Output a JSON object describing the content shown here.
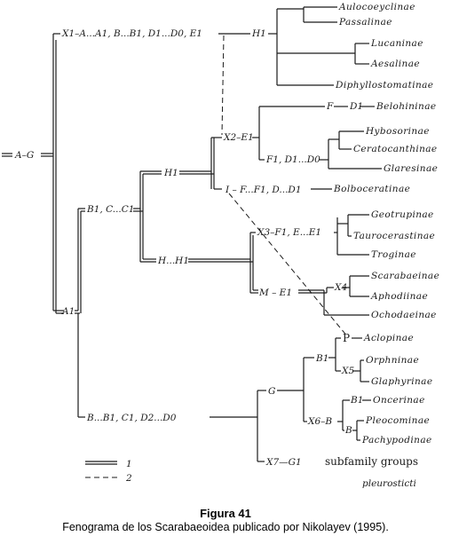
{
  "figure": {
    "title": "Figura 41",
    "caption": "Fenograma de los Scarabaeoidea publicado por Nikolayev (1995)."
  },
  "nodes": {
    "root": "A–G",
    "n_top": "X1–A...A1, B...B1, D1...D0, E1",
    "n_h1_top": "H1",
    "n_a1": "A1",
    "n_b1c1": "B1, C...C1",
    "n_h1_mid": "H1",
    "n_x2": "X2–E1",
    "n_f": "F",
    "n_d1": "D1",
    "n_f1d1d0": "F1, D1...D0",
    "n_i": "I – F...F1, D...D1",
    "n_h_h1": "H...H1",
    "n_x3": "X3–F1, E...E1",
    "n_m_e1": "M – E1",
    "n_x4": "X4",
    "n_p": "P",
    "n_b1_low": "B1",
    "n_x5": "X5",
    "n_g": "G",
    "n_bottom": "B...B1, C1, D2...D0",
    "n_x6": "X6–B",
    "n_b1_pl": "B1",
    "n_b_small": "B",
    "n_x7": "X7—G1",
    "subfamily_groups": "subfamily groups",
    "pleurosticti": "pleurosticti"
  },
  "taxa": [
    "Aulocoeyclinae",
    "Passalinae",
    "Lucaninae",
    "Aesalinae",
    "Diphyllostomatinae",
    "Belohininae",
    "Hybosorinae",
    "Ceratocanthinae",
    "Glaresinae",
    "Bolboceratinae",
    "Geotrupinae",
    "Taurocerastinae",
    "Troginae",
    "Scarabaeinae",
    "Aphodiinae",
    "Ochodaeinae",
    "Aclopinae",
    "Orphninae",
    "Glaphyrinae",
    "Oncerinae",
    "Pleocominae",
    "Pachypodinae"
  ],
  "legend": [
    {
      "symbol": "double-line",
      "label": "1"
    },
    {
      "symbol": "dashed-line",
      "label": "2"
    }
  ]
}
